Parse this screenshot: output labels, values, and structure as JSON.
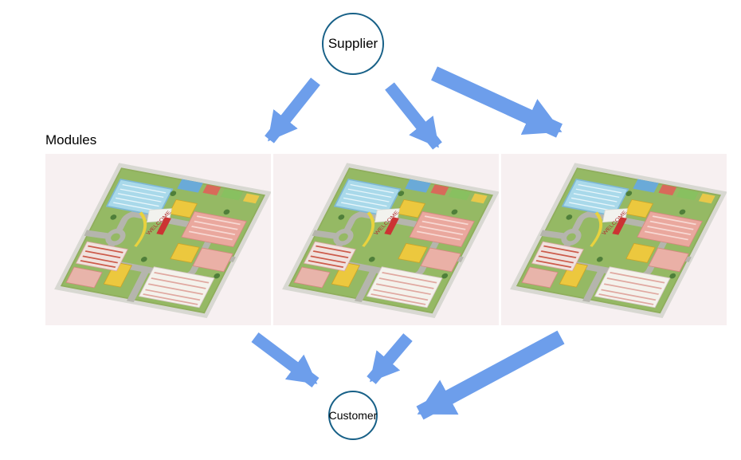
{
  "diagram": {
    "supplier_label": "Supplier",
    "customer_label": "Customer",
    "modules_label": "Modules",
    "module_count": 3,
    "module_image_name": "isometric-factory-campus-map",
    "flows": [
      "supplier-to-module-1",
      "supplier-to-module-2",
      "supplier-to-module-3",
      "module-1-to-customer",
      "module-2-to-customer",
      "module-3-to-customer"
    ]
  },
  "colors": {
    "arrow": "#6d9eeb",
    "node_border": "#176087",
    "node_bg": "#ffffff",
    "text": "#000000",
    "module_bg": "#f7f0f1",
    "page_bg": "#ffffff"
  }
}
